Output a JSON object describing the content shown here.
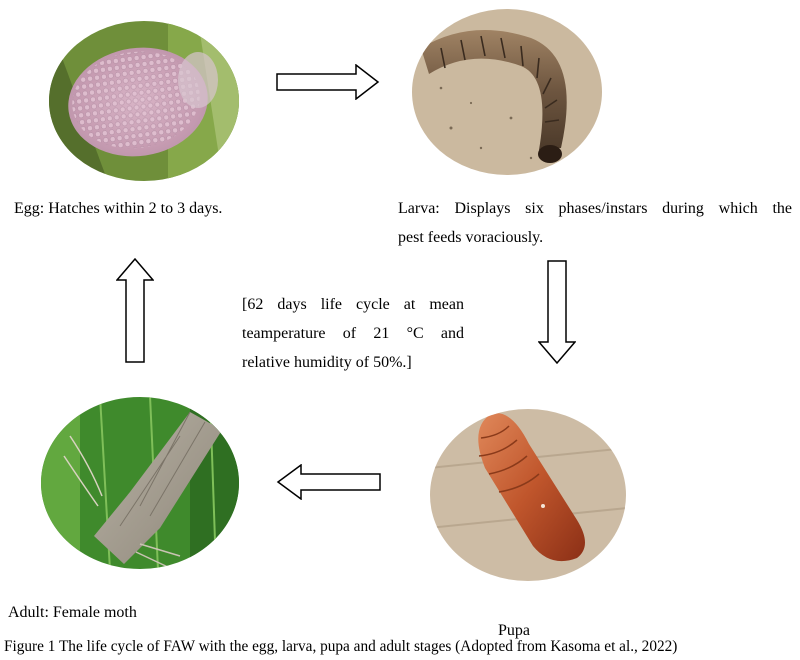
{
  "stages": {
    "egg": {
      "label": "Egg: Hatches within 2 to 3 days."
    },
    "larva": {
      "label_line1": "Larva: Displays six phases/instars during which the",
      "label_line2": "pest feeds voraciously."
    },
    "pupa": {
      "label": "Pupa"
    },
    "adult": {
      "label": "Adult: Female moth"
    }
  },
  "center_note": {
    "line1": "[62 days life cycle at mean",
    "line2": "teamperature of 21 °C and",
    "line3": "relative humidity of 50%.]"
  },
  "caption": "Figure 1 The life cycle of FAW with the egg, larva, pupa and adult stages (Adopted from Kasoma et al., 2022)",
  "arrows": [
    {
      "name": "egg-to-larva",
      "direction": "right"
    },
    {
      "name": "larva-to-pupa",
      "direction": "down"
    },
    {
      "name": "pupa-to-adult",
      "direction": "left"
    },
    {
      "name": "adult-to-egg",
      "direction": "up"
    }
  ]
}
